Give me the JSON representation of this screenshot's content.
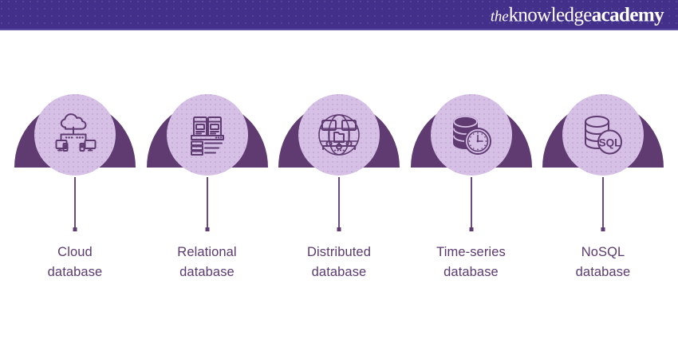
{
  "header": {
    "background_color": "#42308a",
    "logo": {
      "name": "theknowledgeacademy",
      "part_the": "the",
      "part_knowledge": "knowledge",
      "part_academy": "academy"
    }
  },
  "colors": {
    "header_purple": "#42308a",
    "arch_dark_purple": "#5f3b71",
    "circle_light_purple": "#d6c0e6",
    "label_purple": "#5c3a70",
    "icon_stroke": "#5f3b71",
    "background": "#ffffff"
  },
  "diagram": {
    "type": "icon-row",
    "nodes": [
      {
        "id": "cloud-database",
        "icon": "cloud-database-icon",
        "label": "Cloud\ndatabase",
        "label_line1": "Cloud",
        "label_line2": "database"
      },
      {
        "id": "relational-database",
        "icon": "relational-database-icon",
        "label": "Relational\ndatabase",
        "label_line1": "Relational",
        "label_line2": "database"
      },
      {
        "id": "distributed-database",
        "icon": "distributed-database-icon",
        "label": "Distributed\ndatabase",
        "label_line1": "Distributed",
        "label_line2": "database"
      },
      {
        "id": "time-series-database",
        "icon": "time-series-database-icon",
        "label": "Time-series\ndatabase",
        "label_line1": "Time-series",
        "label_line2": "database"
      },
      {
        "id": "nosql-database",
        "icon": "nosql-database-icon",
        "label": "NoSQL\ndatabase",
        "label_line1": "NoSQL",
        "label_line2": "database",
        "icon_text": "SQL"
      }
    ]
  }
}
